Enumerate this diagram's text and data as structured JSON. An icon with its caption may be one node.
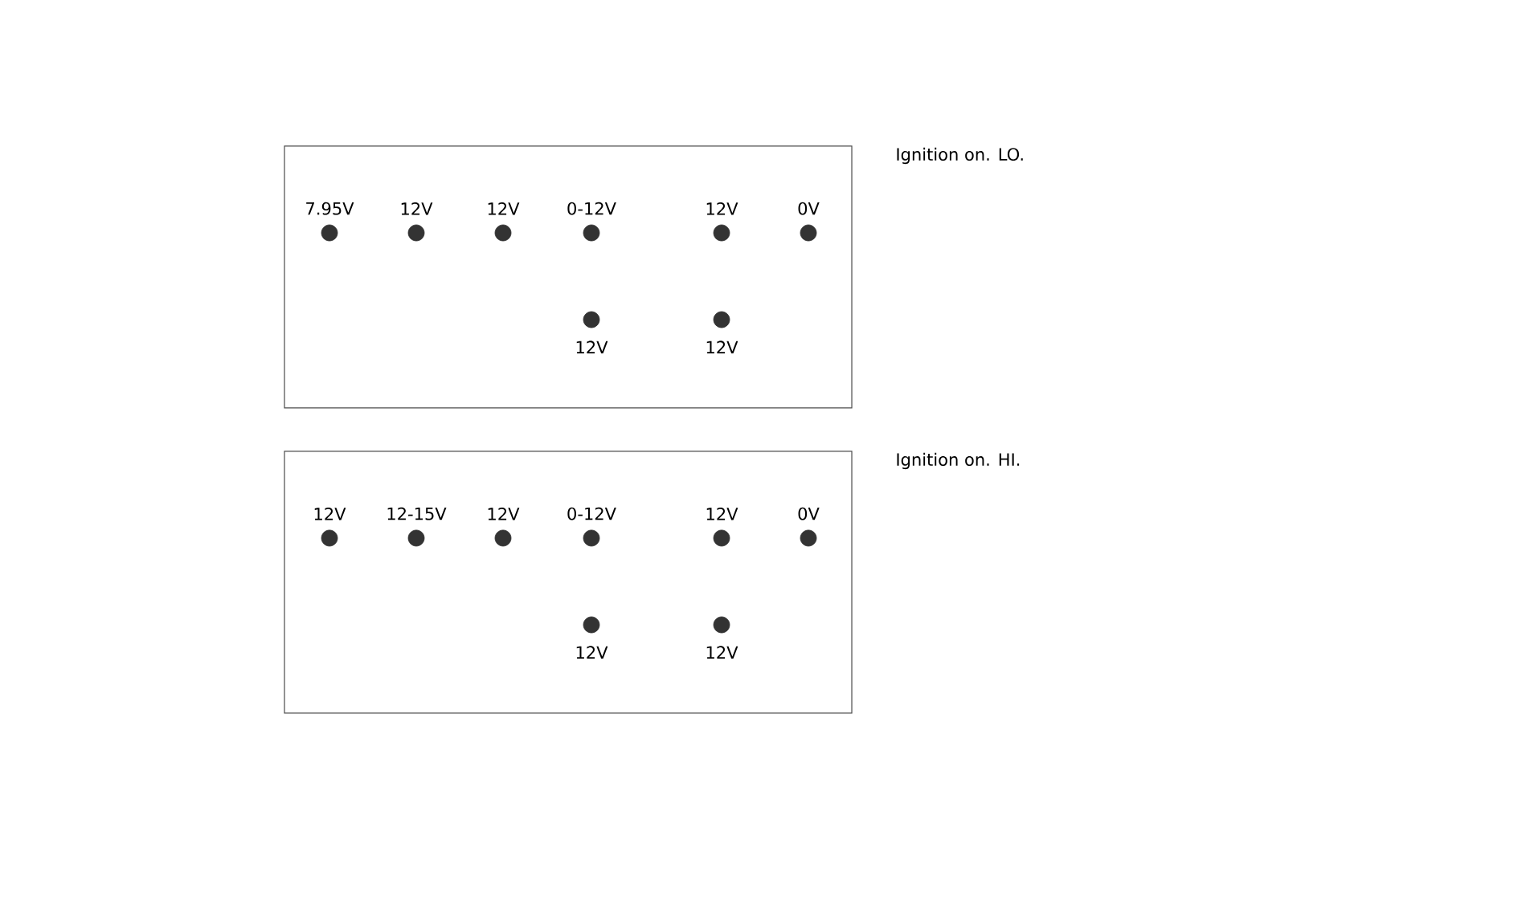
{
  "diagram": {
    "nodes": [
      {
        "text": [
          "Ignition on. LO."
        ]
      },
      {
        "text": [],
        "shape": "circle",
        "in": 0,
        "beside": [
          "7.95V"
        ]
      },
      {
        "text": [],
        "shape": "circle",
        "in": 0,
        "beside": [
          "12V"
        ]
      },
      {
        "text": [],
        "shape": "circle",
        "in": 0,
        "beside": [
          "12V"
        ]
      },
      {
        "text": [],
        "shape": "circle",
        "in": 0,
        "beside": [
          "0-12V"
        ]
      },
      {
        "text": [],
        "shape": "circle",
        "in": 0,
        "beside": [
          "12V"
        ]
      },
      {
        "text": [],
        "shape": "circle",
        "in": 0,
        "beside": [
          "0V"
        ]
      },
      {
        "text": [],
        "shape": "circle",
        "in": 0,
        "beside": [
          "12V"
        ]
      },
      {
        "text": [],
        "shape": "circle",
        "in": 0,
        "beside": [
          "12V"
        ]
      },
      {
        "text": [
          "Ignition on. HI."
        ]
      },
      {
        "text": [],
        "shape": "circle",
        "in": 9,
        "beside": [
          "12V"
        ]
      },
      {
        "text": [],
        "shape": "circle",
        "in": 9,
        "beside": [
          "12-15V"
        ]
      },
      {
        "text": [],
        "shape": "circle",
        "in": 9,
        "beside": [
          "12V"
        ]
      },
      {
        "text": [],
        "shape": "circle",
        "in": 9,
        "beside": [
          "0-12V"
        ]
      },
      {
        "text": [],
        "shape": "circle",
        "in": 9,
        "beside": [
          "12V"
        ]
      },
      {
        "text": [],
        "shape": "circle",
        "in": 9,
        "beside": [
          "0V"
        ]
      },
      {
        "text": [],
        "shape": "circle",
        "in": 9,
        "beside": [
          "12V"
        ]
      },
      {
        "text": [],
        "shape": "circle",
        "in": 9,
        "beside": [
          "12V"
        ]
      }
    ]
  }
}
